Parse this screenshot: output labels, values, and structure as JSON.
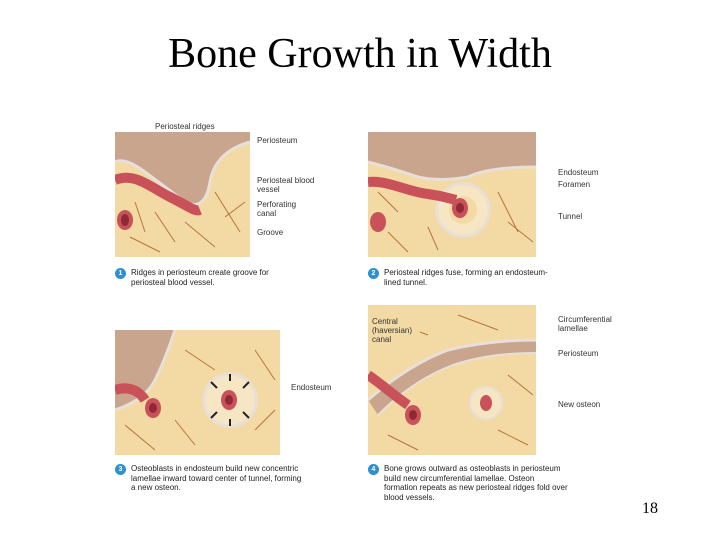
{
  "slide": {
    "title": "Bone Growth in Width",
    "page_number": "18"
  },
  "panels": [
    {
      "step": "1",
      "caption": "Ridges in periosteum create groove for periosteal blood vessel.",
      "labels": {
        "periosteal_ridges": "Periosteal ridges",
        "periosteum": "Periosteum",
        "periosteal_blood_vessel": "Periosteal blood vessel",
        "perforating_canal": "Perforating canal",
        "groove": "Groove"
      }
    },
    {
      "step": "2",
      "caption": "Periosteal ridges fuse, forming an endosteum-lined tunnel.",
      "labels": {
        "endosteum": "Endosteum",
        "foramen": "Foramen",
        "tunnel": "Tunnel"
      }
    },
    {
      "step": "3",
      "caption": "Osteoblasts in endosteum build new concentric lamellae inward toward center of tunnel, forming a new osteon.",
      "labels": {
        "endosteum": "Endosteum"
      }
    },
    {
      "step": "4",
      "caption": "Bone grows outward as osteoblasts in periosteum build new circumferential lamellae. Osteon formation repeats as new periosteal ridges fold over blood vessels.",
      "labels": {
        "central_canal": "Central (haversian) canal",
        "circumferential_lamellae": "Circumferential lamellae",
        "periosteum": "Periosteum",
        "new_osteon": "New osteon"
      }
    }
  ],
  "colors": {
    "bone": "#f3d9a4",
    "bone_lines": "#b7763a",
    "periosteum": "#c9a58e",
    "vessel": "#c8515a",
    "vessel_dark": "#8f2a34",
    "badge": "#2f8fcf"
  }
}
